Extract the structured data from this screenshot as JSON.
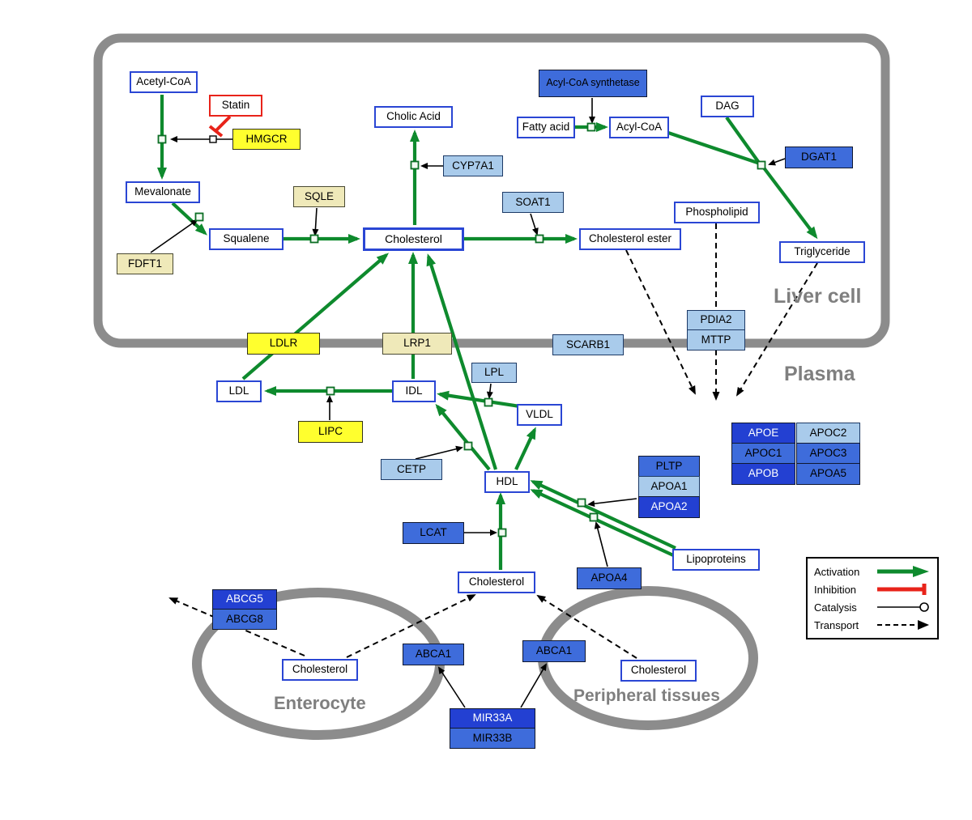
{
  "regions": {
    "liver": "Liver cell",
    "plasma": "Plasma",
    "enterocyte": "Enterocyte",
    "peripheral": "Peripheral tissues"
  },
  "nodes": {
    "acetyl_coa": "Acetyl-CoA",
    "statin": "Statin",
    "hmgcr": "HMGCR",
    "mevalonate": "Mevalonate",
    "fdft1": "FDFT1",
    "squalene": "Squalene",
    "sqle": "SQLE",
    "cholesterol_liver": "Cholesterol",
    "cholic_acid": "Cholic Acid",
    "cyp7a1": "CYP7A1",
    "soat1": "SOAT1",
    "cholesterol_ester": "Cholesterol ester",
    "acyl_coa_synthetase": "Acyl-CoA synthetase",
    "fatty_acid": "Fatty acid",
    "acyl_coa": "Acyl-CoA",
    "dag": "DAG",
    "dgat1": "DGAT1",
    "phospholipid": "Phospholipid",
    "triglyceride": "Triglyceride",
    "pdia2": "PDIA2",
    "mttp": "MTTP",
    "ldlr": "LDLR",
    "lrp1": "LRP1",
    "scarb1": "SCARB1",
    "ldl": "LDL",
    "idl": "IDL",
    "lpl": "LPL",
    "vldl": "VLDL",
    "lipc": "LIPC",
    "cetp": "CETP",
    "hdl": "HDL",
    "lcat": "LCAT",
    "pltp": "PLTP",
    "apoa1": "APOA1",
    "apoa2": "APOA2",
    "apoa4": "APOA4",
    "lipoproteins": "Lipoproteins",
    "apoe": "APOE",
    "apoc2": "APOC2",
    "apoc1": "APOC1",
    "apoc3": "APOC3",
    "apob": "APOB",
    "apoa5": "APOA5",
    "cholesterol_plasma": "Cholesterol",
    "abcg5": "ABCG5",
    "abcg8": "ABCG8",
    "cholesterol_enterocyte": "Cholesterol",
    "abca1_enterocyte": "ABCA1",
    "abca1_peripheral": "ABCA1",
    "cholesterol_peripheral": "Cholesterol",
    "mir33a": "MIR33A",
    "mir33b": "MIR33B"
  },
  "legend": {
    "activation": "Activation",
    "inhibition": "Inhibition",
    "catalysis": "Catalysis",
    "transport": "Transport"
  },
  "edges": [
    {
      "from": "Acetyl-CoA",
      "to": "Mevalonate",
      "type": "activation",
      "catalyst": "HMGCR",
      "inhibitor": "Statin"
    },
    {
      "from": "Mevalonate",
      "to": "Squalene",
      "type": "activation",
      "catalyst": "FDFT1"
    },
    {
      "from": "Squalene",
      "to": "Cholesterol",
      "type": "activation",
      "catalyst": "SQLE"
    },
    {
      "from": "Cholesterol",
      "to": "Cholic Acid",
      "type": "activation",
      "catalyst": "CYP7A1"
    },
    {
      "from": "Cholesterol",
      "to": "Cholesterol ester",
      "type": "activation",
      "catalyst": "SOAT1"
    },
    {
      "from": "Fatty acid",
      "to": "Acyl-CoA",
      "type": "activation",
      "catalyst": "Acyl-CoA synthetase"
    },
    {
      "from": "Acyl-CoA",
      "to": "Triglyceride",
      "type": "activation",
      "catalyst": "DGAT1"
    },
    {
      "from": "DAG",
      "to": "Triglyceride",
      "type": "activation",
      "catalyst": "DGAT1"
    },
    {
      "from": "LDL",
      "to": "Cholesterol",
      "type": "activation",
      "via": "LDLR"
    },
    {
      "from": "IDL",
      "to": "Cholesterol",
      "type": "activation",
      "via": "LRP1"
    },
    {
      "from": "HDL",
      "to": "Cholesterol",
      "type": "activation",
      "via": "SCARB1"
    },
    {
      "from": "IDL",
      "to": "LDL",
      "type": "activation",
      "catalyst": "LIPC"
    },
    {
      "from": "VLDL",
      "to": "IDL",
      "type": "activation",
      "catalyst": "LPL"
    },
    {
      "from": "HDL",
      "to": "IDL",
      "type": "activation",
      "catalyst": "CETP"
    },
    {
      "from": "HDL",
      "to": "VLDL",
      "type": "activation"
    },
    {
      "from": "Lipoproteins",
      "to": "HDL",
      "type": "activation",
      "catalyst": "PLTP/APOA1/APOA2"
    },
    {
      "from": "Lipoproteins",
      "to": "HDL",
      "type": "activation",
      "catalyst": "APOA4"
    },
    {
      "from": "Cholesterol (plasma)",
      "to": "HDL",
      "type": "activation",
      "catalyst": "LCAT"
    },
    {
      "from": "Cholesterol ester",
      "to": "Plasma",
      "type": "transport"
    },
    {
      "from": "Phospholipid",
      "to": "Plasma",
      "type": "transport",
      "via": "PDIA2/MTTP"
    },
    {
      "from": "Triglyceride",
      "to": "Plasma",
      "type": "transport"
    },
    {
      "from": "Cholesterol (enterocyte)",
      "to": "outside enterocyte",
      "type": "transport",
      "via": "ABCG5/ABCG8"
    },
    {
      "from": "Cholesterol (enterocyte)",
      "to": "Cholesterol (plasma)",
      "type": "transport",
      "via": "ABCA1"
    },
    {
      "from": "Cholesterol (peripheral)",
      "to": "Cholesterol (plasma)",
      "type": "transport",
      "via": "ABCA1"
    },
    {
      "from": "MIR33A/MIR33B",
      "to": "ABCA1",
      "type": "regulation"
    }
  ],
  "colors": {
    "activation": "#0E8A2D",
    "inhibition": "#E8231A",
    "membrane": "#8C8C8C",
    "metabolite_border": "#2A46D4",
    "vip_yellow": "#FFFF2E",
    "pale_yellow": "#EFE9B9",
    "light_blue": "#A9CBEB",
    "mid_blue": "#3E6CDB",
    "dark_blue": "#2340D2"
  }
}
